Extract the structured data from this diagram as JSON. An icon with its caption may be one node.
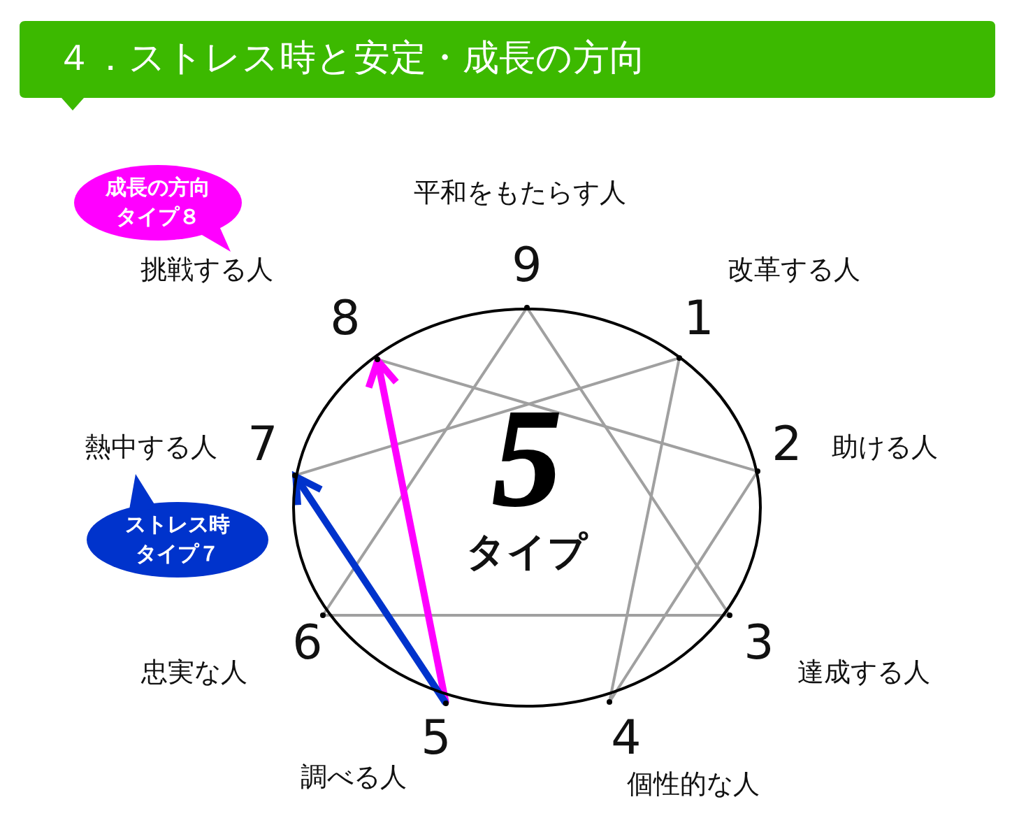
{
  "diagram": {
    "title": "４．ストレス時と安定・成長の方向",
    "nodes": [
      {
        "text": [
          "5",
          "タイプ"
        ]
      },
      {
        "text": [],
        "shape": "point",
        "in": 0
      },
      {
        "text": [],
        "shape": "point",
        "in": 0
      },
      {
        "text": [],
        "shape": "point",
        "in": 0
      },
      {
        "text": [],
        "shape": "point",
        "in": 0
      },
      {
        "text": [],
        "shape": "point",
        "in": 0
      },
      {
        "text": [],
        "shape": "point",
        "in": 0
      },
      {
        "text": [],
        "shape": "point",
        "in": 0
      },
      {
        "text": [],
        "shape": "point",
        "in": 0
      },
      {
        "text": [],
        "shape": "point",
        "in": 0
      },
      {
        "text": [
          "成長の方向",
          "タイプ８"
        ]
      },
      {
        "text": [
          "ストレス時",
          "タイプ７"
        ]
      }
    ],
    "edges": [
      {
        "from": 1,
        "to": 4,
        "arrow": "none",
        "color": "#a0a0a0"
      },
      {
        "from": 4,
        "to": 7,
        "arrow": "none",
        "color": "#a0a0a0"
      },
      {
        "from": 7,
        "to": 1,
        "arrow": "none",
        "color": "#a0a0a0"
      },
      {
        "from": 2,
        "to": 5,
        "arrow": "none",
        "color": "#a0a0a0"
      },
      {
        "from": 5,
        "to": 3,
        "arrow": "none",
        "color": "#a0a0a0"
      },
      {
        "from": 3,
        "to": 9,
        "arrow": "none",
        "color": "#a0a0a0"
      },
      {
        "from": 8,
        "to": 2,
        "arrow": "none",
        "color": "#a0a0a0"
      },
      {
        "from": 6,
        "to": 9,
        "arrow": "to",
        "style": "thick",
        "color": "#ff00ff"
      },
      {
        "from": 6,
        "to": 8,
        "arrow": "to",
        "style": "thick",
        "color": "#0033cc"
      }
    ],
    "labels": [
      "平和をもたらす人",
      "9",
      "改革する人",
      "1",
      "挑戦する人",
      "8",
      "2",
      "助ける人",
      "熱中する人",
      "7",
      "3",
      "6",
      "達成する人",
      "忠実な人",
      "5",
      "4",
      "調べる人",
      "個性的な人"
    ]
  }
}
